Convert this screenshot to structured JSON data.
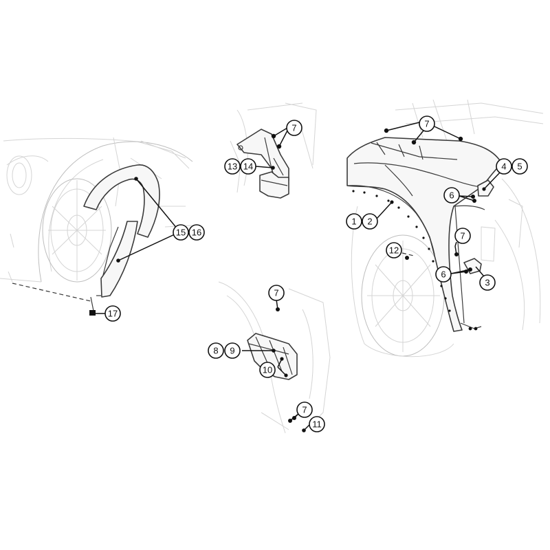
{
  "callouts": [
    {
      "id": "c15",
      "label": "15"
    },
    {
      "id": "c16",
      "label": "16"
    },
    {
      "id": "c17",
      "label": "17"
    },
    {
      "id": "c7a",
      "label": "7"
    },
    {
      "id": "c13",
      "label": "13"
    },
    {
      "id": "c14",
      "label": "14"
    },
    {
      "id": "c7b",
      "label": "7"
    },
    {
      "id": "c4",
      "label": "4"
    },
    {
      "id": "c5",
      "label": "5"
    },
    {
      "id": "c6a",
      "label": "6"
    },
    {
      "id": "c1",
      "label": "1"
    },
    {
      "id": "c2",
      "label": "2"
    },
    {
      "id": "c7c",
      "label": "7"
    },
    {
      "id": "c12",
      "label": "12"
    },
    {
      "id": "c6b",
      "label": "6"
    },
    {
      "id": "c3",
      "label": "3"
    },
    {
      "id": "c7d",
      "label": "7"
    },
    {
      "id": "c8",
      "label": "8"
    },
    {
      "id": "c9",
      "label": "9"
    },
    {
      "id": "c10",
      "label": "10"
    },
    {
      "id": "c7e",
      "label": "7"
    },
    {
      "id": "c11",
      "label": "11"
    }
  ]
}
